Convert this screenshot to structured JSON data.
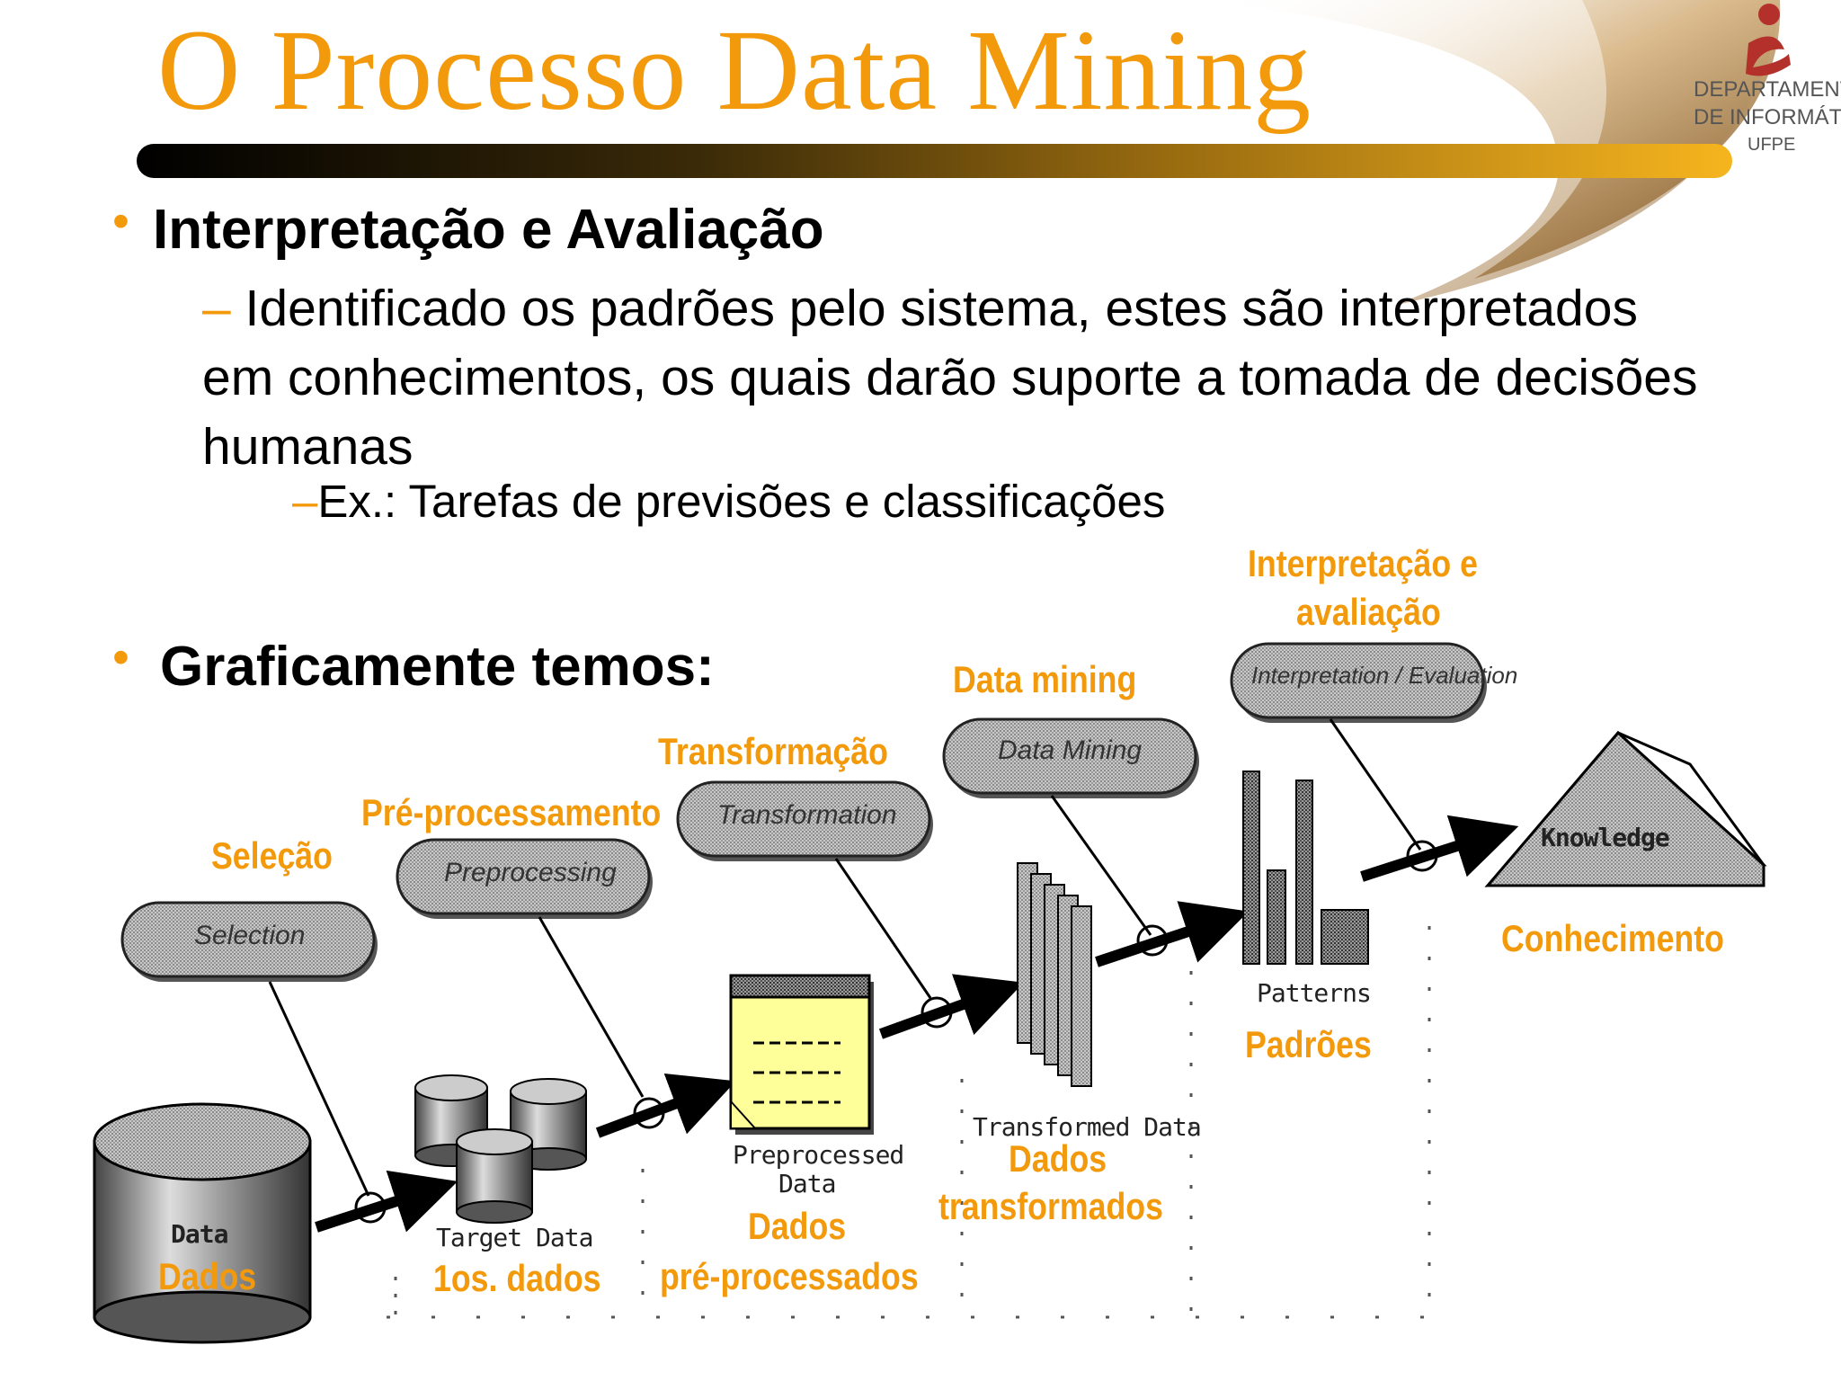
{
  "slide": {
    "title": "O Processo Data Mining",
    "logo": {
      "line1": "DEPARTAMENTO",
      "line2": "DE INFORMÁTICA",
      "line3": "UFPE"
    },
    "bullet1": {
      "heading": "Interpretação e Avaliação",
      "dash": "–",
      "text": "Identificado os padrões pelo sistema, estes são interpretados em conhecimentos, os quais darão suporte a tomada de decisões humanas",
      "sub_dash": "–",
      "sub_text": "Ex.: Tarefas de previsões e classificações"
    },
    "bullet2": {
      "heading": "Graficamente temos:"
    },
    "bullet_glyph": "•"
  },
  "diagram": {
    "steps": [
      {
        "pt": "Seleção",
        "en": "Selection"
      },
      {
        "pt": "Pré-processamento",
        "en": "Preprocessing"
      },
      {
        "pt": "Transformação",
        "en": "Transformation"
      },
      {
        "pt": "Data mining",
        "en": "Data Mining"
      },
      {
        "pt": "Interpretação e",
        "pt2": "avaliação",
        "en": "Interpretation / Evaluation"
      }
    ],
    "stores": [
      {
        "en": "Data",
        "pt": "Dados"
      },
      {
        "en": "Target Data",
        "pt": "1os. dados"
      },
      {
        "en1": "Preprocessed",
        "en2": "Data",
        "pt1": "Dados",
        "pt2": "pré-processados"
      },
      {
        "en": "Transformed Data",
        "pt1": "Dados",
        "pt2": "transformados"
      },
      {
        "en": "Patterns",
        "pt": "Padrões"
      },
      {
        "en": "Knowledge",
        "pt": "Conhecimento"
      }
    ],
    "colors": {
      "orange": "#f29a0c",
      "gray": "#b8b8b8",
      "yellow": "#ffff99"
    }
  }
}
